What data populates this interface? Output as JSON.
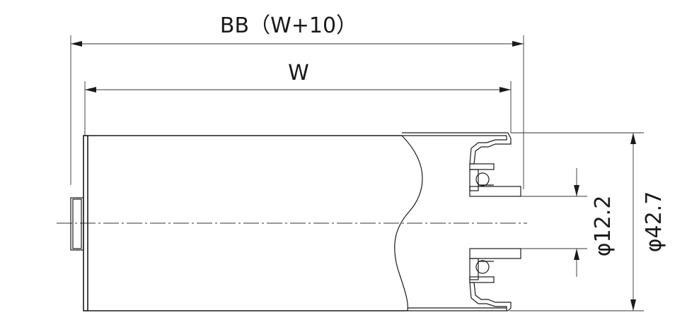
{
  "dimensions": {
    "overall_length": "BB（W+10）",
    "face_width": "W",
    "shaft_diameter": "φ12.2",
    "tube_diameter": "φ42.7"
  },
  "colors": {
    "line": "#1a1a1a",
    "background": "#ffffff"
  }
}
